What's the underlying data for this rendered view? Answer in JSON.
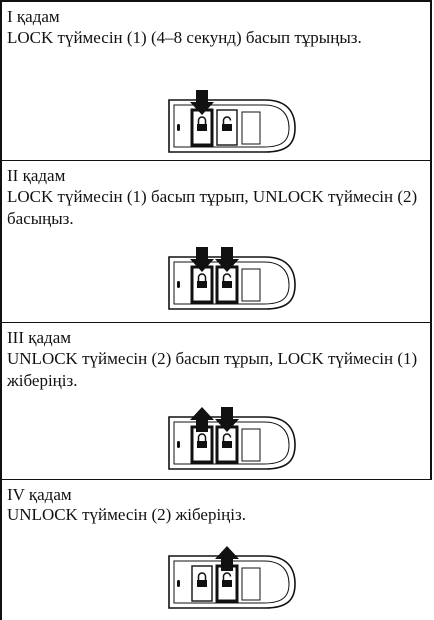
{
  "steps": [
    {
      "title": "I қадам",
      "instruction": "LOCK түймесін (1) (4–8 секунд) басып тұрыңыз.",
      "pressed_buttons": [
        "LOCK"
      ],
      "released_buttons": []
    },
    {
      "title": "II қадам",
      "instruction": "LOCK түймесін (1) басып тұрып, UNLOCK түймесін (2) басыңыз.",
      "pressed_buttons": [
        "LOCK",
        "UNLOCK"
      ],
      "released_buttons": []
    },
    {
      "title": "III қадам",
      "instruction": "UNLOCK түймесін (2) басып тұрып, LOCK түймесін (1) жіберіңіз.",
      "pressed_buttons": [
        "UNLOCK"
      ],
      "released_buttons": [
        "LOCK"
      ]
    },
    {
      "title": "IV қадам",
      "instruction": "UNLOCK түймесін (2) жіберіңіз.",
      "pressed_buttons": [],
      "released_buttons": [
        "UNLOCK"
      ]
    }
  ],
  "icons": {
    "key_fob": "key-fob-icon",
    "lock_button": "lock-icon",
    "unlock_button": "unlock-icon",
    "press": "arrow-down-icon",
    "release": "arrow-up-icon"
  }
}
